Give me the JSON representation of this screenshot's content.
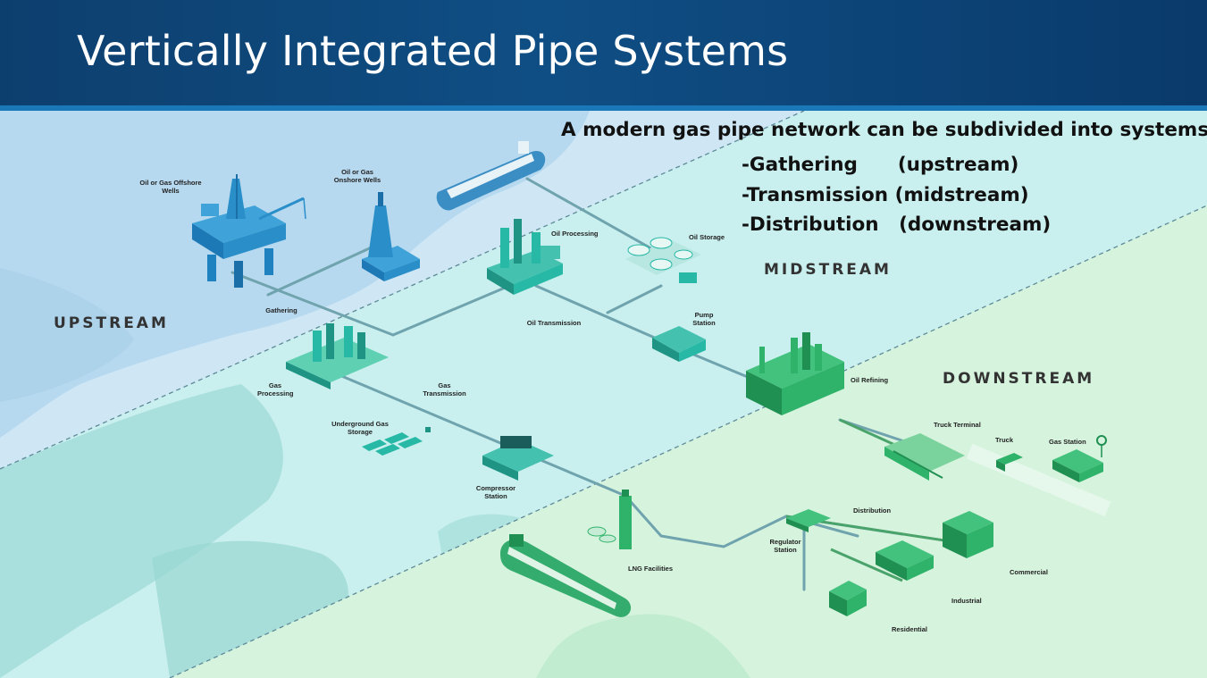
{
  "title": "Vertically Integrated Pipe Systems",
  "note": {
    "heading": "A modern gas pipe network can be subdivided into systems:",
    "items": [
      "-Gathering      (upstream)",
      "-Transmission (midstream)",
      "-Distribution   (downstream)"
    ]
  },
  "zones": {
    "upstream": "UPSTREAM",
    "midstream": "MIDSTREAM",
    "downstream": "DOWNSTREAM"
  },
  "labels": {
    "offshore": "Oil or Gas Offshore Wells",
    "onshore": "Oil or Gas Onshore Wells",
    "gathering": "Gathering",
    "oil_processing": "Oil Processing",
    "oil_storage": "Oil Storage",
    "oil_transmission": "Oil Transmission",
    "pump_station": "Pump Station",
    "gas_processing": "Gas Processing",
    "gas_transmission": "Gas Transmission",
    "underground_storage": "Underground Gas Storage",
    "compressor": "Compressor Station",
    "oil_refining": "Oil Refining",
    "truck_terminal": "Truck Terminal",
    "truck": "Truck",
    "gas_station": "Gas Station",
    "lng": "LNG Facilities",
    "regulator": "Regulator Station",
    "distribution": "Distribution",
    "commercial": "Commercial",
    "industrial": "Industrial",
    "residential": "Residential"
  },
  "colors": {
    "header": "#0f4e84",
    "upstream_water": "#b9dcef",
    "midstream_ground": "#c6f0ee",
    "downstream_ground": "#d3f2dc",
    "upstream_icon": "#2a8fc9",
    "midstream_icon": "#27b8a6",
    "downstream_icon": "#2fb36a"
  },
  "icons": [
    "offshore-rig-icon",
    "onshore-well-icon",
    "tanker-ship-icon",
    "oil-processing-icon",
    "oil-storage-icon",
    "pump-station-icon",
    "gas-processing-icon",
    "underground-storage-icon",
    "compressor-station-icon",
    "oil-refinery-icon",
    "truck-terminal-icon",
    "truck-icon",
    "gas-station-icon",
    "lng-facility-icon",
    "lng-tanker-icon",
    "regulator-station-icon",
    "commercial-building-icon",
    "industrial-building-icon",
    "residential-house-icon"
  ]
}
